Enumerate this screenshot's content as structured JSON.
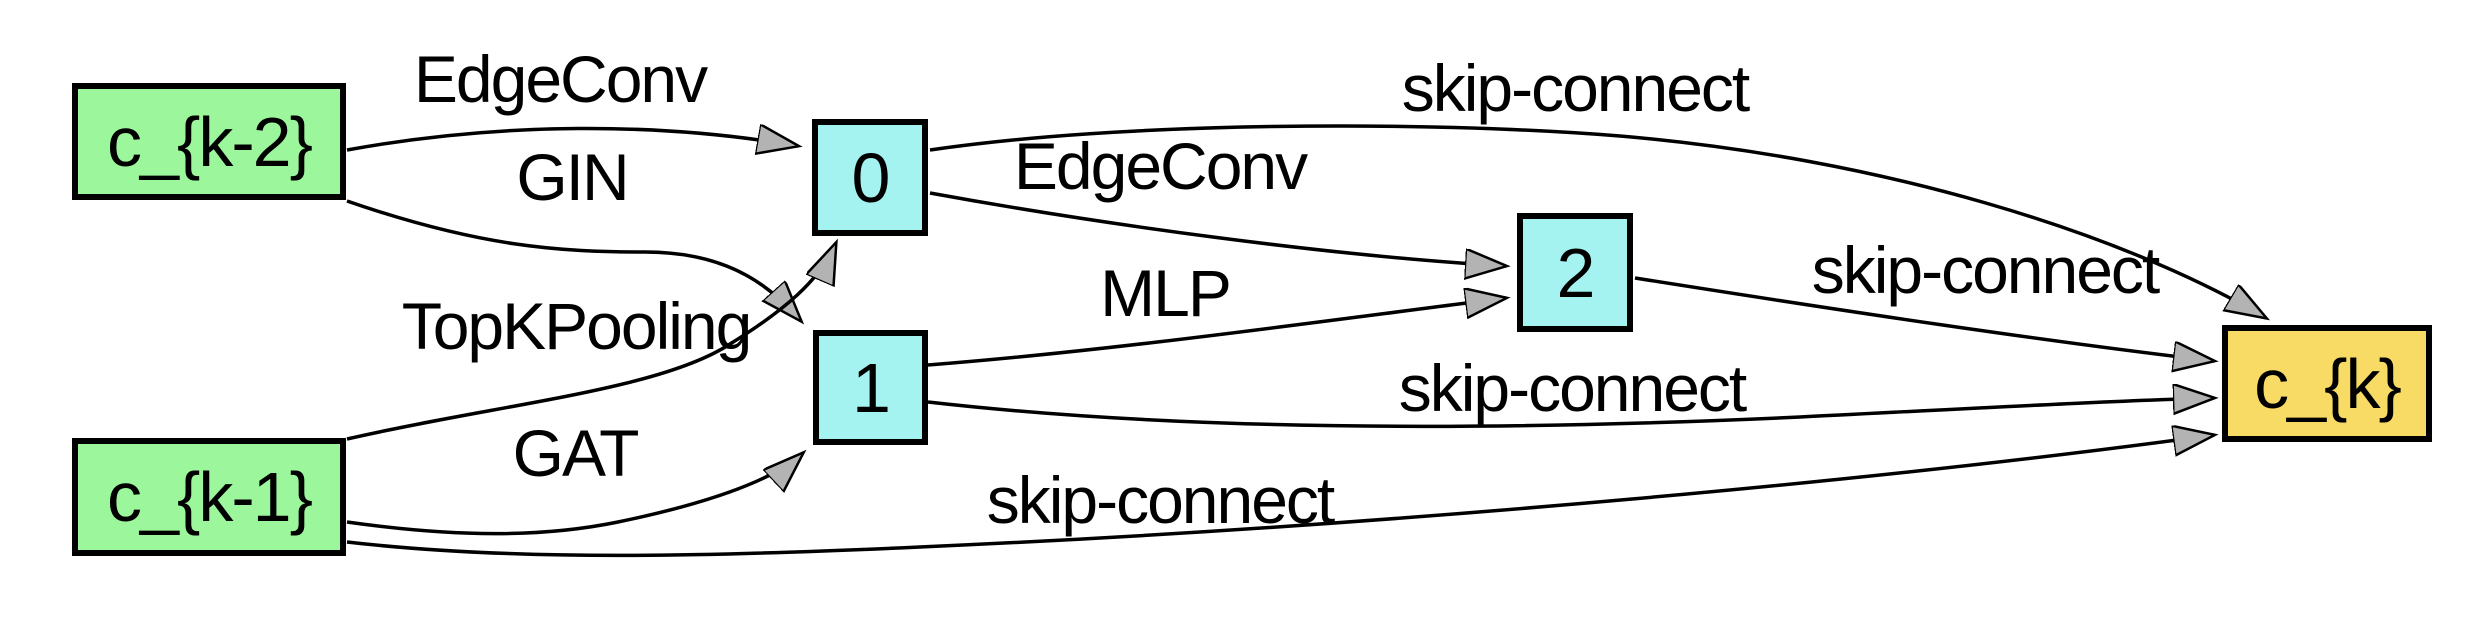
{
  "diagram": {
    "type": "directed-graph-cell",
    "background_color": "#ffffff",
    "colors": {
      "input_node_fill": "#9CF79C",
      "intermediate_node_fill": "#A5F3F1",
      "output_node_fill": "#F7DB64",
      "node_border": "#000000",
      "edge_stroke": "#000000",
      "arrowhead_fill": "#B3B3B3",
      "text": "#000000"
    },
    "nodes": [
      {
        "id": "ck2",
        "label": "c_{k-2}",
        "type": "input"
      },
      {
        "id": "ck1",
        "label": "c_{k-1}",
        "type": "input"
      },
      {
        "id": "n0",
        "label": "0",
        "type": "intermediate"
      },
      {
        "id": "n1",
        "label": "1",
        "type": "intermediate"
      },
      {
        "id": "n2",
        "label": "2",
        "type": "intermediate"
      },
      {
        "id": "ck",
        "label": "c_{k}",
        "type": "output"
      }
    ],
    "edges": [
      {
        "from": "c_{k-2}",
        "to": "0",
        "label": "EdgeConv"
      },
      {
        "from": "c_{k-2}",
        "to": "1",
        "label": "GIN"
      },
      {
        "from": "c_{k-1}",
        "to": "0",
        "label": "TopKPooling"
      },
      {
        "from": "c_{k-1}",
        "to": "1",
        "label": "GAT"
      },
      {
        "from": "0",
        "to": "2",
        "label": "EdgeConv"
      },
      {
        "from": "1",
        "to": "2",
        "label": "MLP"
      },
      {
        "from": "0",
        "to": "c_{k}",
        "label": "skip-connect"
      },
      {
        "from": "2",
        "to": "c_{k}",
        "label": "skip-connect"
      },
      {
        "from": "1",
        "to": "c_{k}",
        "label": "skip-connect"
      },
      {
        "from": "c_{k-1}",
        "to": "c_{k}",
        "label": "skip-connect"
      }
    ]
  }
}
